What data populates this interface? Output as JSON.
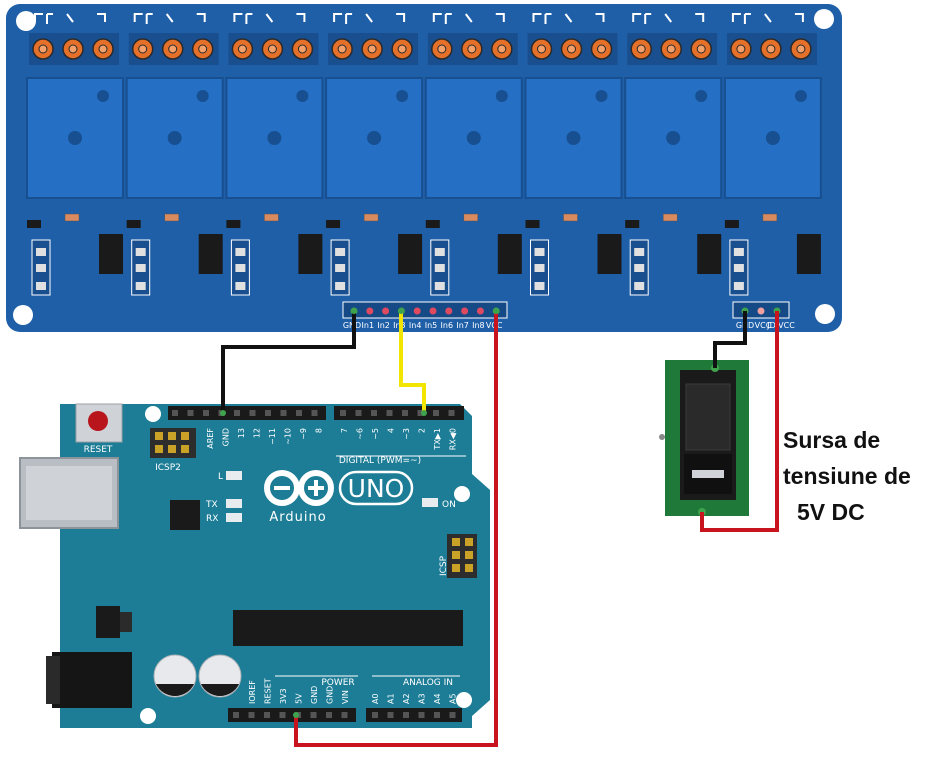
{
  "colors": {
    "relay_board": "#1f5fa8",
    "relay_block": "#2570c4",
    "arduino_board": "#1d7d96",
    "wire_black": "#111111",
    "wire_yellow": "#f2e600",
    "wire_red": "#c8141e",
    "terminal": "#e4702a"
  },
  "relay_board": {
    "channels": 8,
    "pin_labels": [
      "GND",
      "In1",
      "In2",
      "In3",
      "In4",
      "In5",
      "In6",
      "In7",
      "In8",
      "VCC"
    ],
    "power_pin_labels": [
      "GND",
      "VCC",
      "JD-VCC"
    ]
  },
  "arduino": {
    "reset_label": "RESET",
    "icsp2_label": "ICSP2",
    "icsp_label": "ICSP",
    "brand": "Arduino",
    "model": "UNO",
    "digital_label": "DIGITAL (PWM=~)",
    "power_label": "POWER",
    "analog_label": "ANALOG IN",
    "on_label": "ON",
    "l_label": "L",
    "tx_label": "TX",
    "rx_label": "RX",
    "top_pins_left": [
      "AREF",
      "GND",
      "13",
      "12",
      "~11",
      "~10",
      "~9",
      "8"
    ],
    "top_pins_right": [
      "7",
      "~6",
      "~5",
      "4",
      "~3",
      "2",
      "TX▶1",
      "RX◀0"
    ],
    "power_pins": [
      "IOREF",
      "RESET",
      "3V3",
      "5V",
      "GND",
      "GND",
      "VIN"
    ],
    "analog_pins": [
      "A0",
      "A1",
      "A2",
      "A3",
      "A4",
      "A5"
    ]
  },
  "power_supply": {
    "caption_lines": [
      "Sursa de",
      "tensiune de",
      "5V DC"
    ]
  }
}
